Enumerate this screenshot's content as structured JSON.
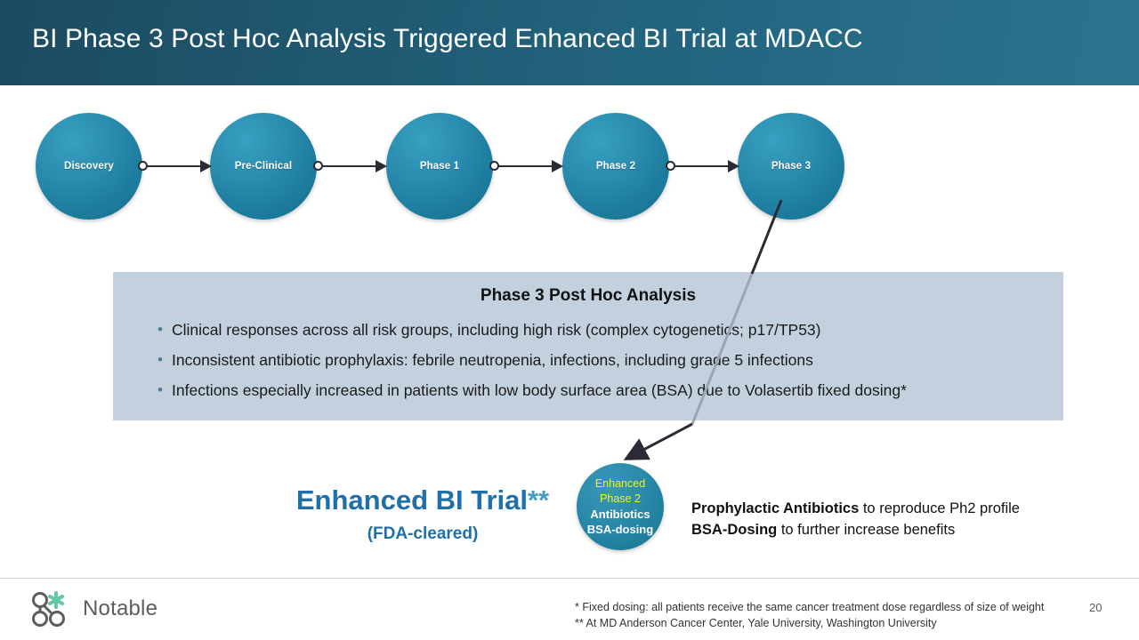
{
  "header": {
    "title": "BI Phase 3 Post Hoc Analysis Triggered Enhanced BI Trial at MDACC",
    "gradient_from": "#1b4b60",
    "gradient_to": "#2c7392"
  },
  "pipeline": {
    "stages": [
      {
        "label": "Discovery"
      },
      {
        "label": "Pre-Clinical"
      },
      {
        "label": "Phase 1"
      },
      {
        "label": "Phase 2"
      },
      {
        "label": "Phase 3"
      }
    ],
    "circle_color": "#1e7e9f",
    "connector_color": "#2b2a35"
  },
  "info_box": {
    "title": "Phase 3 Post Hoc Analysis",
    "background": "#c3d1de",
    "bullet_glyph": "•",
    "bullets": [
      "Clinical responses across all risk groups, including high risk (complex cytogenetics; p17/TP53)",
      "Inconsistent antibiotic prophylaxis: febrile neutropenia, infections, including grade 5 infections",
      "Infections especially increased in patients with low body surface area (BSA) due to Volasertib fixed dosing*"
    ]
  },
  "enhanced": {
    "headline": "Enhanced BI Trial",
    "headline_stars": "**",
    "subtitle": "(FDA-cleared)",
    "headline_color": "#1f6fa8",
    "circle": {
      "line1": "Enhanced",
      "line2": "Phase 2",
      "line3": "Antibiotics",
      "line4": "BSA-dosing",
      "yellow": "#f2f21e",
      "fill": "#21809f"
    },
    "right_text": [
      {
        "bold": "Prophylactic Antibiotics",
        "rest": " to reproduce Ph2 profile"
      },
      {
        "bold": "BSA-Dosing",
        "rest": " to further increase benefits"
      }
    ]
  },
  "footer": {
    "logo_text": "Notable",
    "logo_accent": "#5fc9a4",
    "footnote_1": "*   Fixed dosing: all patients receive the same cancer treatment dose regardless of size of weight",
    "footnote_2": "** At MD Anderson Cancer Center, Yale University, Washington University",
    "page_number": "20"
  }
}
